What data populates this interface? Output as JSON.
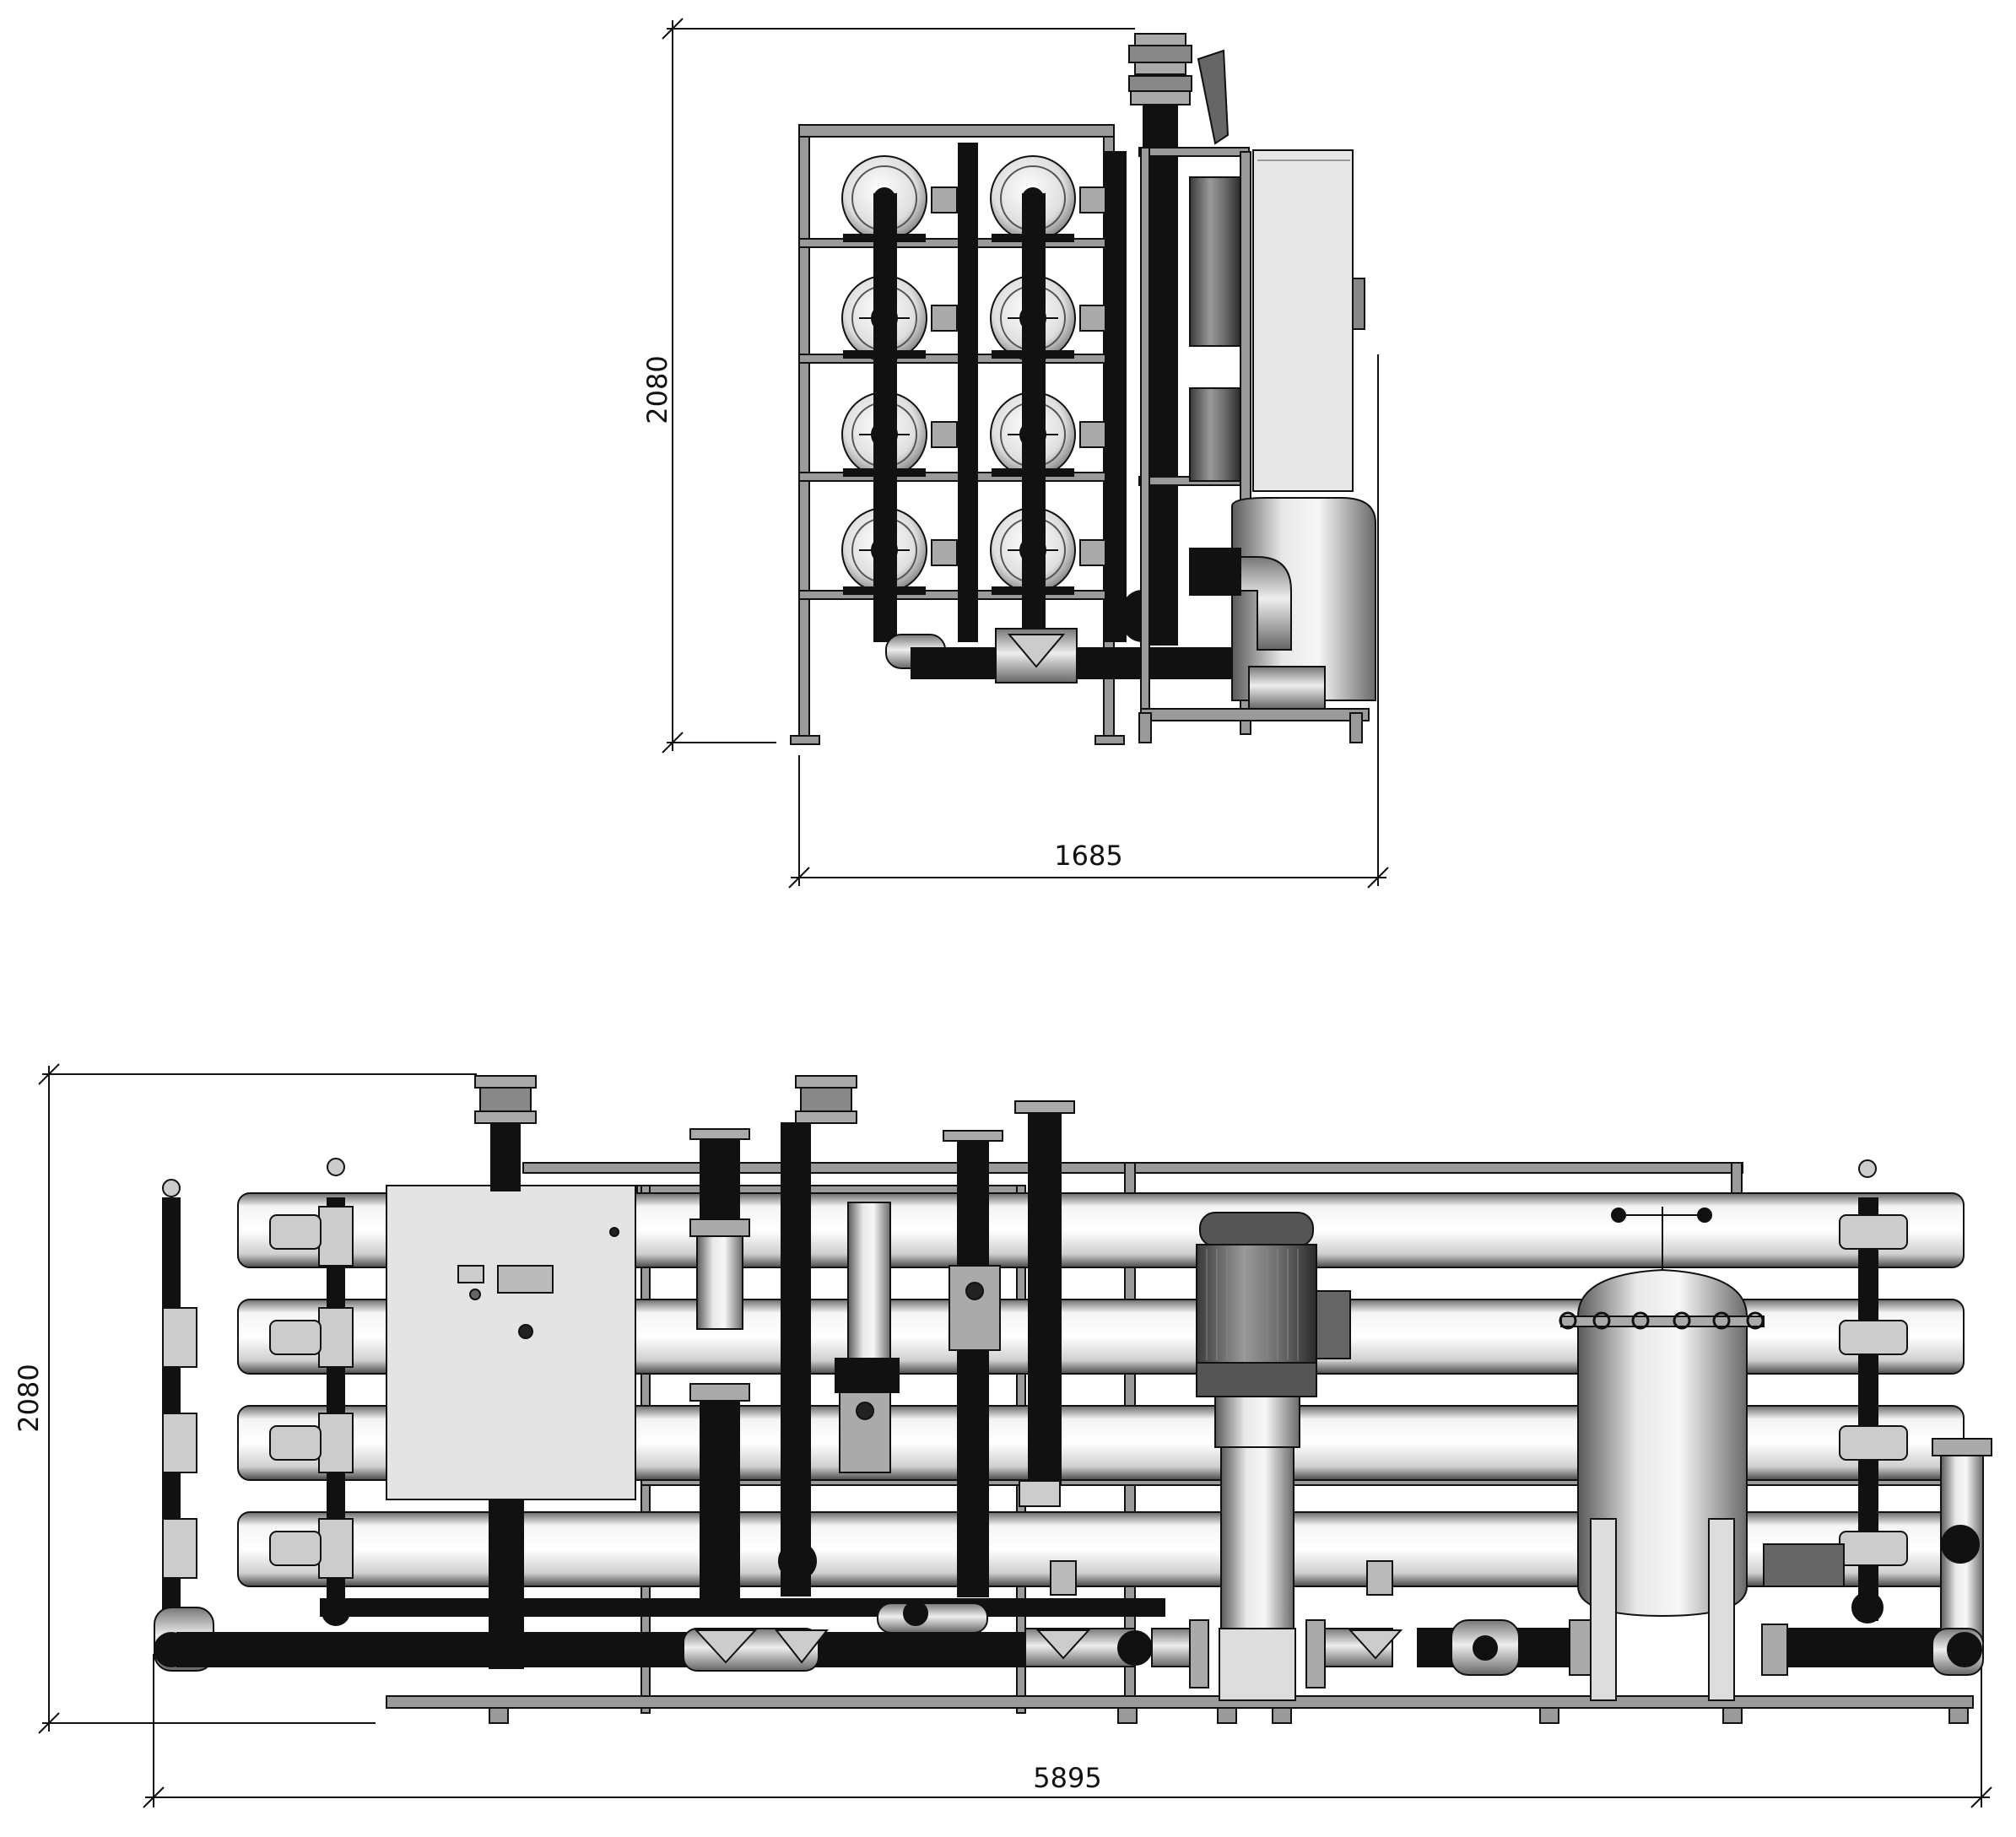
{
  "side_view": {
    "height_label": "2080",
    "width_label": "1685"
  },
  "front_view": {
    "height_label": "2080",
    "width_label": "5895"
  },
  "colors": {
    "line": "#111111",
    "pipe_dark": "#111111",
    "vessel_light": "#eeeeee",
    "panel": "#e4e4e4",
    "metal": "#9a9a9a"
  }
}
